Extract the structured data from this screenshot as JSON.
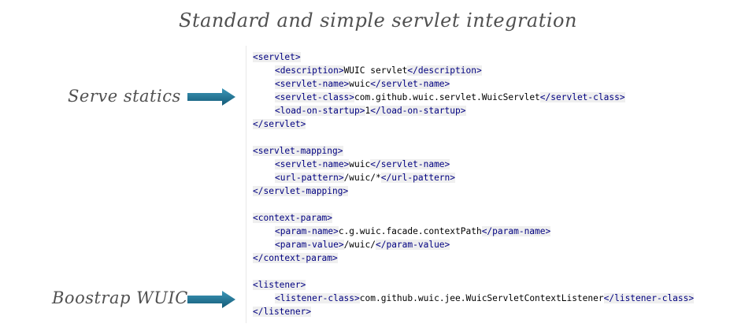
{
  "title": "Standard and simple servlet integration",
  "callouts": [
    {
      "label": "Serve statics"
    },
    {
      "label": "Boostrap WUIC"
    }
  ],
  "colors": {
    "arrow": "#1b6f8f",
    "tag": "#000080",
    "tag_background": "#efefef",
    "text": "#505050"
  },
  "code_lines": [
    {
      "indent": 0,
      "parts": [
        {
          "t": "tag",
          "v": "<servlet>"
        }
      ]
    },
    {
      "indent": 1,
      "parts": [
        {
          "t": "tag",
          "v": "<description>"
        },
        {
          "t": "txt",
          "v": "WUIC servlet"
        },
        {
          "t": "tag",
          "v": "</description>"
        }
      ]
    },
    {
      "indent": 1,
      "parts": [
        {
          "t": "tag",
          "v": "<servlet-name>"
        },
        {
          "t": "txt",
          "v": "wuic"
        },
        {
          "t": "tag",
          "v": "</servlet-name>"
        }
      ]
    },
    {
      "indent": 1,
      "parts": [
        {
          "t": "tag",
          "v": "<servlet-class>"
        },
        {
          "t": "txt",
          "v": "com.github.wuic.servlet.WuicServlet"
        },
        {
          "t": "tag",
          "v": "</servlet-class>"
        }
      ]
    },
    {
      "indent": 1,
      "parts": [
        {
          "t": "tag",
          "v": "<load-on-startup>"
        },
        {
          "t": "txt",
          "v": "1"
        },
        {
          "t": "tag",
          "v": "</load-on-startup>"
        }
      ]
    },
    {
      "indent": 0,
      "parts": [
        {
          "t": "tag",
          "v": "</servlet>"
        }
      ]
    },
    {
      "indent": 0,
      "parts": []
    },
    {
      "indent": 0,
      "parts": [
        {
          "t": "tag",
          "v": "<servlet-mapping>"
        }
      ]
    },
    {
      "indent": 1,
      "parts": [
        {
          "t": "tag",
          "v": "<servlet-name>"
        },
        {
          "t": "txt",
          "v": "wuic"
        },
        {
          "t": "tag",
          "v": "</servlet-name>"
        }
      ]
    },
    {
      "indent": 1,
      "parts": [
        {
          "t": "tag",
          "v": "<url-pattern>"
        },
        {
          "t": "txt",
          "v": "/wuic/*"
        },
        {
          "t": "tag",
          "v": "</url-pattern>"
        }
      ]
    },
    {
      "indent": 0,
      "parts": [
        {
          "t": "tag",
          "v": "</servlet-mapping>"
        }
      ]
    },
    {
      "indent": 0,
      "parts": []
    },
    {
      "indent": 0,
      "parts": [
        {
          "t": "tag",
          "v": "<context-param>"
        }
      ]
    },
    {
      "indent": 1,
      "parts": [
        {
          "t": "tag",
          "v": "<param-name>"
        },
        {
          "t": "txt",
          "v": "c.g.wuic.facade.contextPath"
        },
        {
          "t": "tag",
          "v": "</param-name>"
        }
      ]
    },
    {
      "indent": 1,
      "parts": [
        {
          "t": "tag",
          "v": "<param-value>"
        },
        {
          "t": "txt",
          "v": "/wuic/"
        },
        {
          "t": "tag",
          "v": "</param-value>"
        }
      ]
    },
    {
      "indent": 0,
      "parts": [
        {
          "t": "tag",
          "v": "</context-param>"
        }
      ]
    },
    {
      "indent": 0,
      "parts": []
    },
    {
      "indent": 0,
      "parts": [
        {
          "t": "tag",
          "v": "<listener>"
        }
      ]
    },
    {
      "indent": 1,
      "parts": [
        {
          "t": "tag",
          "v": "<listener-class>"
        },
        {
          "t": "txt",
          "v": "com.github.wuic.jee.WuicServletContextListener"
        },
        {
          "t": "tag",
          "v": "</listener-class>"
        }
      ]
    },
    {
      "indent": 0,
      "parts": [
        {
          "t": "tag",
          "v": "</listener>"
        }
      ]
    }
  ]
}
